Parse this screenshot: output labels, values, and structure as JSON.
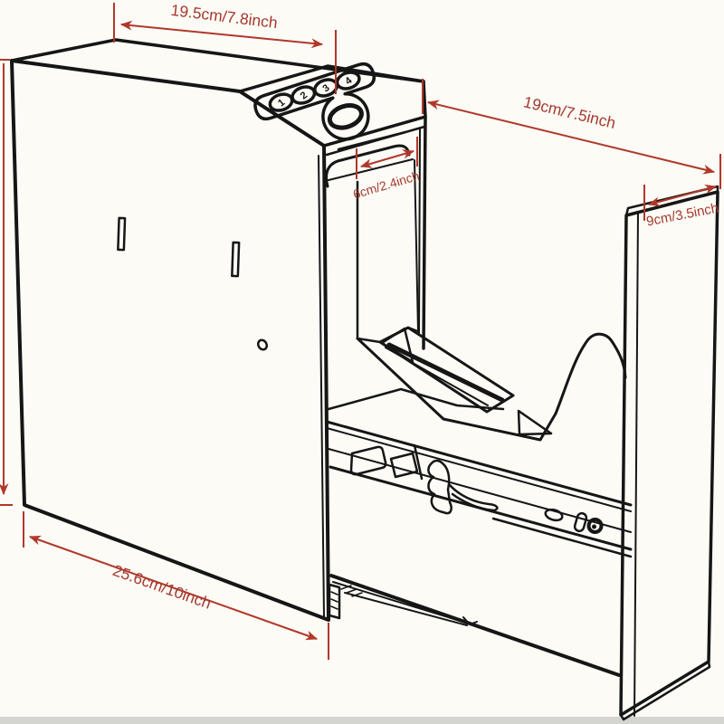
{
  "figure": {
    "type": "product-dimension-diagram",
    "subject": "slide-out drawer handgun safe line drawing",
    "background_color": "#fcfbf6",
    "line_color": "#161616",
    "accent_color": "#a5392c",
    "footer_bar_color": "#d4d4d1"
  },
  "dimensions": {
    "top_width": {
      "label": "19.5cm/7.8inch"
    },
    "depth": {
      "label": "19cm/7.5inch"
    },
    "slot_width": {
      "label": "6cm/2.4inch"
    },
    "front_panel_width": {
      "label": "9cm/3.5inch"
    },
    "body_length": {
      "label": "25.6cm/10inch"
    }
  },
  "keypad": {
    "buttons": [
      "1",
      "2",
      "3",
      "4"
    ]
  }
}
